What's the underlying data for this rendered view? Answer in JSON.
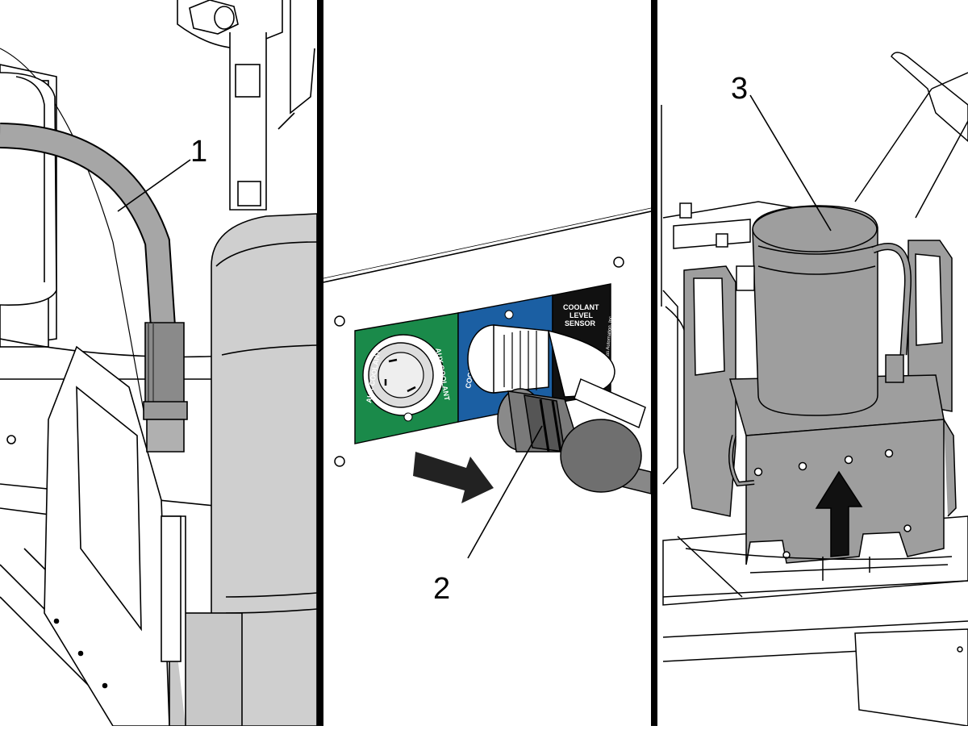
{
  "callouts": [
    {
      "id": "1",
      "label": "1"
    },
    {
      "id": "2",
      "label": "2"
    },
    {
      "id": "3",
      "label": "3"
    }
  ],
  "connector_panel": {
    "aux_coolant_left": "AUX COOLANT",
    "aux_coolant_right": "AUX COOLANT",
    "coolant": "COOLANT",
    "sensor_line1": "COOLANT",
    "sensor_line2": "LEVEL",
    "sensor_line3": "SENSOR",
    "copyright": "© 2013 Haas Automation, Inc."
  },
  "colors": {
    "aux_coolant_panel": "#1a8a4a",
    "coolant_panel": "#1b5fa3",
    "sensor_panel": "#111111",
    "part_gray": "#b8b8b8",
    "dark_gray": "#6f6f6f",
    "divider": "#000000"
  },
  "arrows": {
    "panel_2_direction": "right",
    "panel_3_direction": "up"
  }
}
